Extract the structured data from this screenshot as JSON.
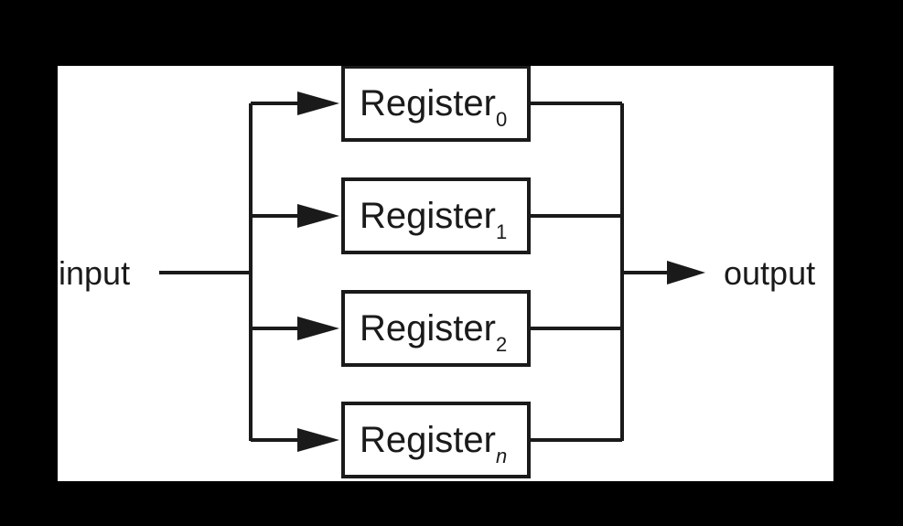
{
  "diagram": {
    "input_label": "input",
    "output_label": "output",
    "registers": [
      {
        "name": "Register",
        "subscript": "0",
        "subscript_italic": false
      },
      {
        "name": "Register",
        "subscript": "1",
        "subscript_italic": false
      },
      {
        "name": "Register",
        "subscript": "2",
        "subscript_italic": false
      },
      {
        "name": "Register",
        "subscript": "n",
        "subscript_italic": true
      }
    ]
  },
  "colors": {
    "page_background": "#000000",
    "panel_background": "#ffffff",
    "stroke": "#1a1a1a"
  }
}
